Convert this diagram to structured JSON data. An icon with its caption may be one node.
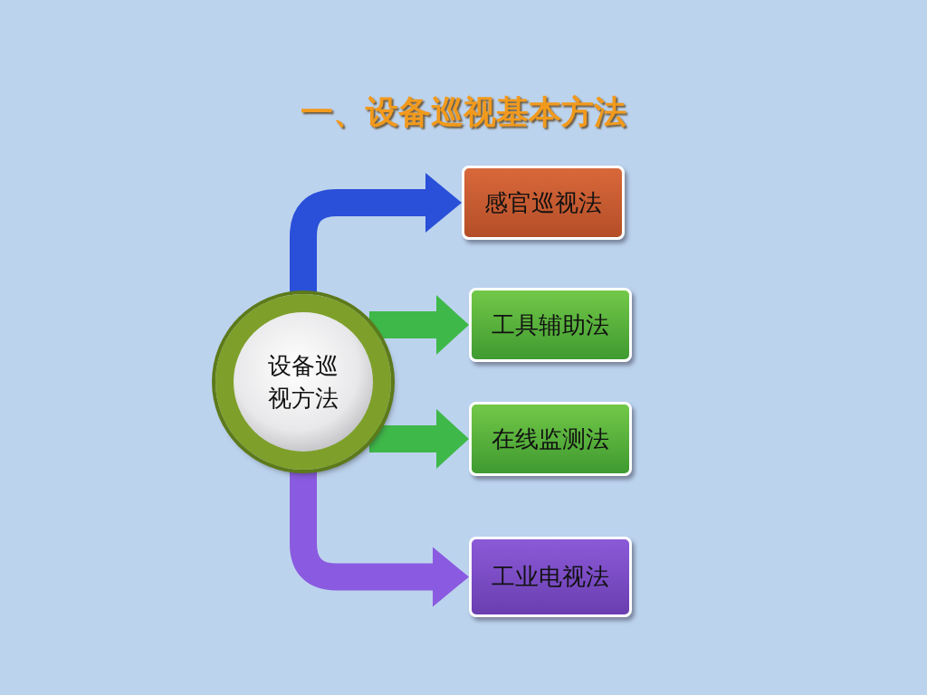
{
  "diagram": {
    "title": "一、设备巡视基本方法",
    "nodes": [
      {
        "text": [
          "设备巡视方法"
        ]
      },
      {
        "text": [
          "感官巡视法"
        ]
      },
      {
        "text": [
          "工具辅助法"
        ]
      },
      {
        "text": [
          "在线监测法"
        ]
      },
      {
        "text": [
          "工业电视法"
        ]
      }
    ],
    "edges": [
      {
        "from": 0,
        "to": 1,
        "arrow": "to",
        "color": "#2a4fd8"
      },
      {
        "from": 0,
        "to": 2,
        "arrow": "to",
        "color": "#3fb84a"
      },
      {
        "from": 0,
        "to": 3,
        "arrow": "to",
        "color": "#3fb84a"
      },
      {
        "from": 0,
        "to": 4,
        "arrow": "to",
        "color": "#8a5ae0"
      }
    ]
  }
}
